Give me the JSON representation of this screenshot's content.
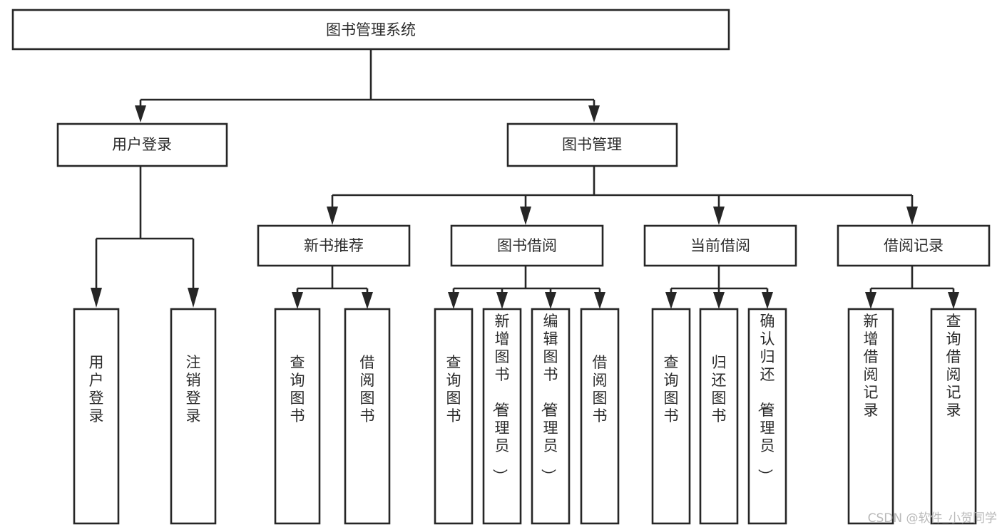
{
  "diagram": {
    "type": "tree",
    "title": "图书管理系统",
    "orientation": "top-down",
    "colors": {
      "line": "#262626",
      "box_fill": "#ffffff",
      "text": "#2b2b2b",
      "watermark": "#b9b9b9",
      "background": "#ffffff"
    },
    "nodes": {
      "root": {
        "label": "图书管理系统",
        "level": 0
      },
      "l1": [
        {
          "id": "user-login",
          "label": "用户登录"
        },
        {
          "id": "book-manage",
          "label": "图书管理"
        }
      ],
      "l2": [
        {
          "id": "new-book-rec",
          "label": "新书推荐",
          "parent": "book-manage"
        },
        {
          "id": "book-borrow",
          "label": "图书借阅",
          "parent": "book-manage"
        },
        {
          "id": "current-borrow",
          "label": "当前借阅",
          "parent": "book-manage"
        },
        {
          "id": "borrow-record",
          "label": "借阅记录",
          "parent": "book-manage"
        }
      ],
      "leaves": [
        {
          "id": "leaf-user-login",
          "label": "用户登录",
          "parent": "user-login"
        },
        {
          "id": "leaf-user-logout",
          "label": "注销登录",
          "parent": "user-login"
        },
        {
          "id": "leaf-query-book-1",
          "label": "查询图书",
          "parent": "new-book-rec"
        },
        {
          "id": "leaf-borrow-book-1",
          "label": "借阅图书",
          "parent": "new-book-rec"
        },
        {
          "id": "leaf-query-book-2",
          "label": "查询图书",
          "parent": "book-borrow"
        },
        {
          "id": "leaf-add-book",
          "label": "新增图书（管理员）",
          "parent": "book-borrow"
        },
        {
          "id": "leaf-edit-book",
          "label": "编辑图书（管理员）",
          "parent": "book-borrow"
        },
        {
          "id": "leaf-borrow-book-2",
          "label": "借阅图书",
          "parent": "book-borrow"
        },
        {
          "id": "leaf-query-book-3",
          "label": "查询图书",
          "parent": "current-borrow"
        },
        {
          "id": "leaf-return-book",
          "label": "归还图书",
          "parent": "current-borrow"
        },
        {
          "id": "leaf-confirm-return",
          "label": "确认归还（管理员）",
          "parent": "current-borrow"
        },
        {
          "id": "leaf-add-record",
          "label": "新增借阅记录",
          "parent": "borrow-record"
        },
        {
          "id": "leaf-query-record",
          "label": "查询借阅记录",
          "parent": "borrow-record"
        }
      ]
    }
  },
  "watermark": {
    "text": "CSDN @软件_小贺同学"
  }
}
